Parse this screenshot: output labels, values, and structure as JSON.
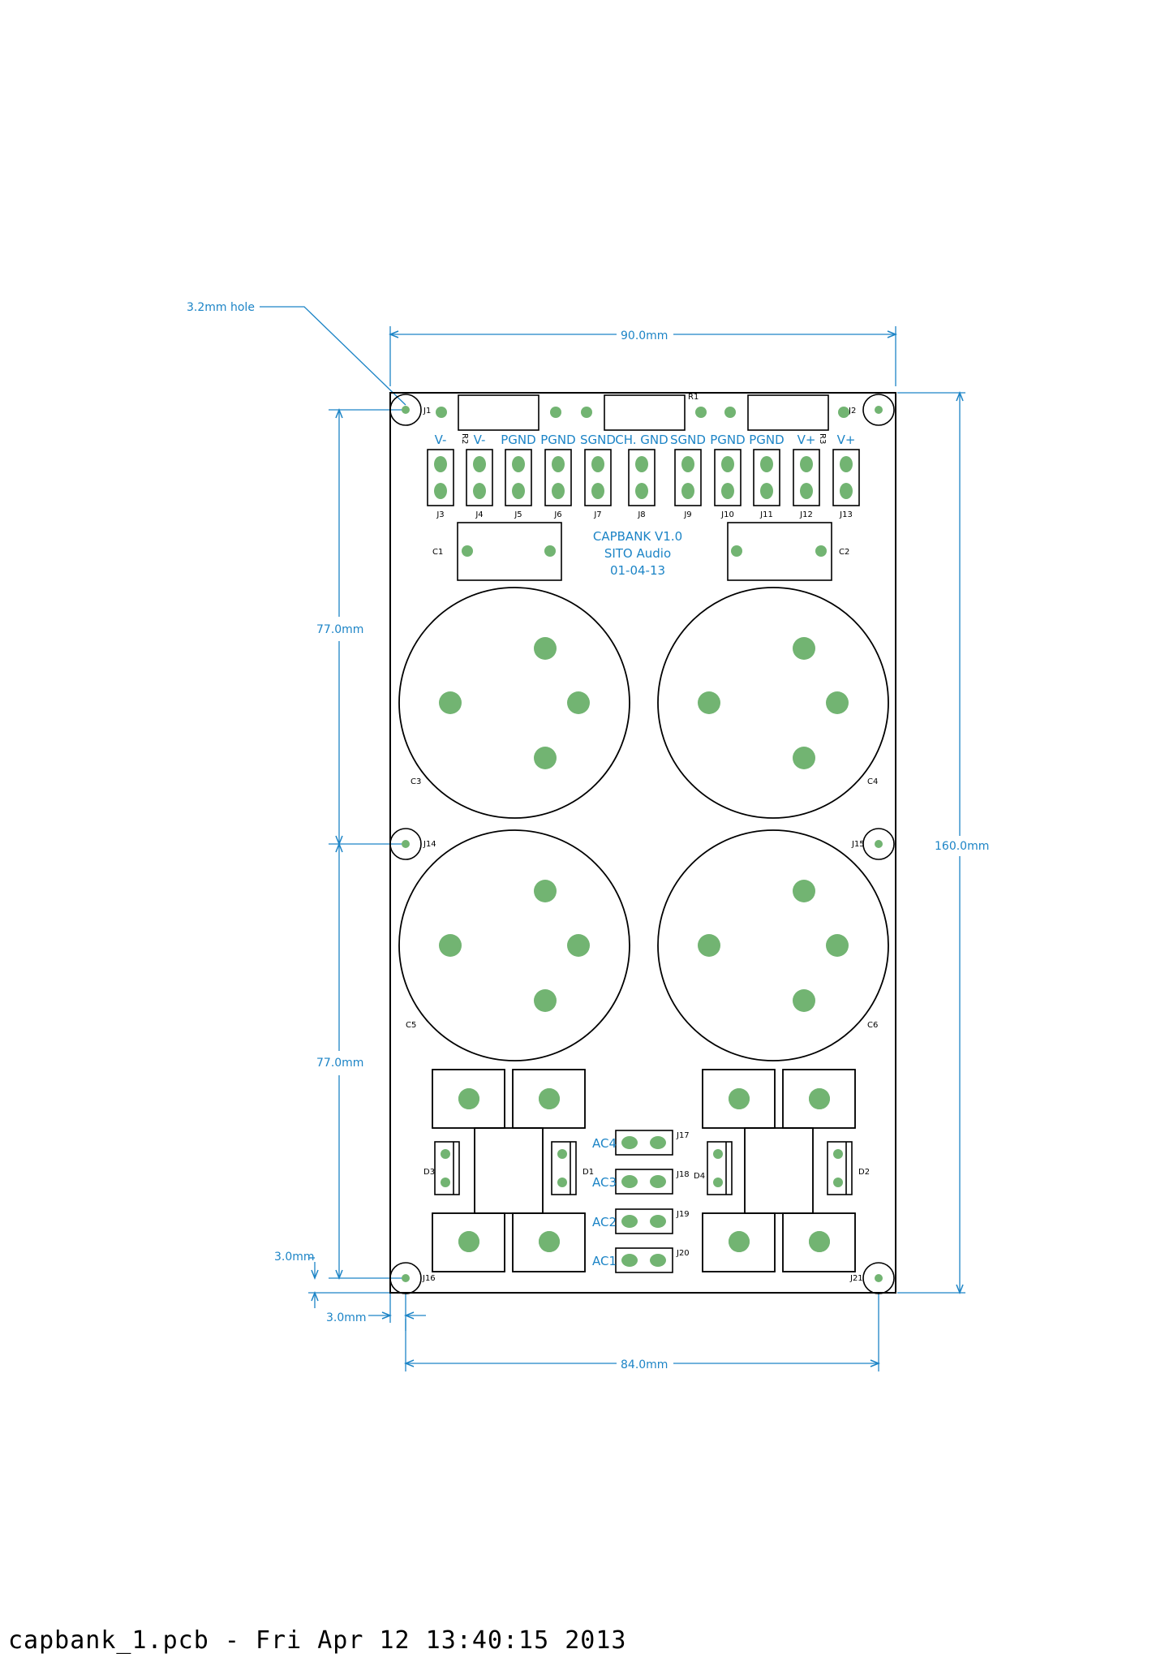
{
  "title_block": {
    "footer": "capbank_1.pcb - Fri Apr 12 13:40:15 2013"
  },
  "board_text": {
    "line1": "CAPBANK V1.0",
    "line2": "SITO Audio",
    "line3": "01-04-13"
  },
  "dimensions": {
    "hole": "3.2mm hole",
    "width_top": "90.0mm",
    "width_holes": "84.0mm",
    "height": "160.0mm",
    "upper_span": "77.0mm",
    "lower_span": "77.0mm",
    "offset_y": "3.0mm",
    "offset_x": "3.0mm"
  },
  "header_labels": [
    "V-",
    "V-",
    "PGND",
    "PGND",
    "SGND",
    "CH. GND",
    "SGND",
    "PGND",
    "PGND",
    "V+",
    "V+"
  ],
  "header_refs": [
    "J3",
    "J4",
    "J5",
    "J6",
    "J7",
    "J8",
    "J9",
    "J10",
    "J11",
    "J12",
    "J13"
  ],
  "ac_labels": [
    "AC4",
    "AC3",
    "AC2",
    "AC1"
  ],
  "ac_refs": [
    "J17",
    "J18",
    "J19",
    "J20"
  ],
  "refs": {
    "J1": "J1",
    "J2": "J2",
    "J14": "J14",
    "J15": "J15",
    "J16": "J16",
    "J21": "J21",
    "R1": "R1",
    "R2": "R2",
    "R3": "R3",
    "C1": "C1",
    "C2": "C2",
    "C3": "C3",
    "C4": "C4",
    "C5": "C5",
    "C6": "C6",
    "D1": "D1",
    "D2": "D2",
    "D3": "D3",
    "D4": "D4"
  },
  "colors": {
    "pad": "#72b472",
    "dimension": "#1c84c6",
    "outline": "#000000"
  }
}
